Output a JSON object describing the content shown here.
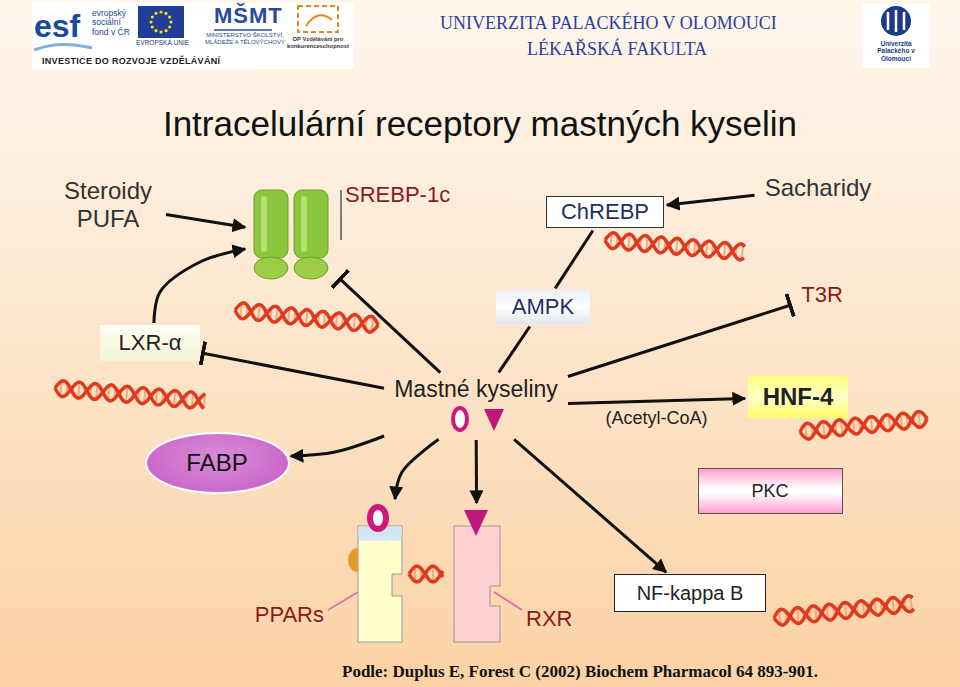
{
  "diagram": {
    "title": "Intracelulární receptory mastných kyselin",
    "caption": "Podle: Duplus E, Forest C (2002) Biochem Pharmacol 64 893-901.",
    "nodes": [
      {
        "text": [
          "Steroidy PUFA"
        ]
      },
      {
        "text": [
          "SREBP-1c"
        ]
      },
      {
        "text": [
          "ChREBP"
        ]
      },
      {
        "text": [
          "Sacharidy"
        ]
      },
      {
        "text": [
          "LXR-α"
        ]
      },
      {
        "text": [
          "AMPK"
        ]
      },
      {
        "text": [
          "T3R"
        ]
      },
      {
        "text": [
          "Mastné kyseliny"
        ]
      },
      {
        "text": [
          "HNF-4"
        ]
      },
      {
        "text": [
          "FABP"
        ]
      },
      {
        "text": [
          "PKC"
        ]
      },
      {
        "text": [
          "PPARs"
        ]
      },
      {
        "text": [
          "NF-kappa B"
        ]
      },
      {
        "text": [
          "RXR"
        ]
      }
    ],
    "edges": [
      {
        "from": 0,
        "to": 1,
        "arrow": "to"
      },
      {
        "from": 3,
        "to": 2,
        "arrow": "to"
      },
      {
        "from": 4,
        "to": 1,
        "arrow": "to"
      },
      {
        "from": 7,
        "to": 4,
        "arrow": "to"
      },
      {
        "from": 7,
        "to": 1,
        "arrow": "to"
      },
      {
        "from": 7,
        "to": 5,
        "arrow": "none"
      },
      {
        "from": 5,
        "to": 2,
        "arrow": "none"
      },
      {
        "from": 7,
        "to": 6,
        "arrow": "to"
      },
      {
        "from": 7,
        "to": 8,
        "label": "(Acetyl-CoA)",
        "arrow": "to"
      },
      {
        "from": 7,
        "to": 9,
        "arrow": "to"
      },
      {
        "from": 7,
        "to": 11,
        "arrow": "to"
      },
      {
        "from": 7,
        "to": 13,
        "arrow": "to"
      },
      {
        "from": 7,
        "to": 12,
        "arrow": "to"
      }
    ],
    "labels": [
      "esf",
      "evropský sociální fond v ČR",
      "EVROPSKÁ UNIE",
      "MŠMT",
      "MINISTERSTVO ŠKOLSTVÍ, MLÁDEŽE A TĚLOVÝCHOVY",
      "OP Vzdělávání pro konkurenceschopnost",
      "INVESTICE DO ROZVOJE VZDĚLÁVÁNÍ",
      "UNIVERZITA PALACKÉHO V OLOMOUCI",
      "LÉKAŘSKÁ FAKULTA",
      "Univerzita Palackého v Olomouci"
    ]
  }
}
